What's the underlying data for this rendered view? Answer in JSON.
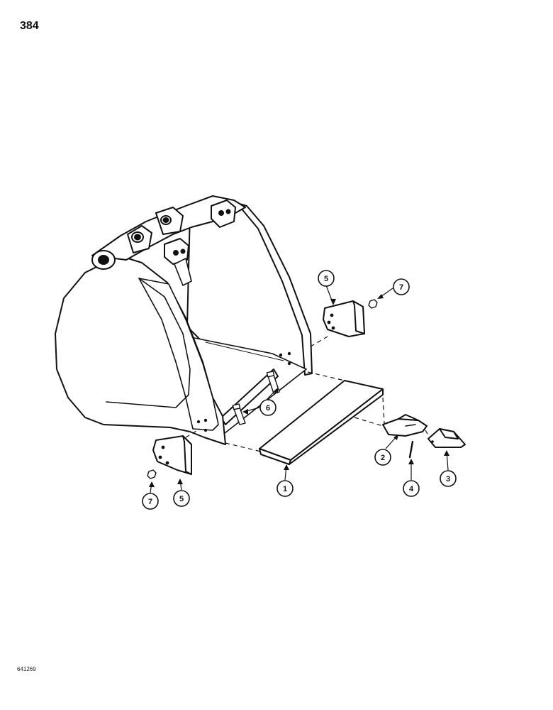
{
  "page": {
    "number": "384",
    "drawing_code": "641269"
  },
  "callouts": {
    "c1": "1",
    "c2": "2",
    "c3": "3",
    "c4": "4",
    "c5a": "5",
    "c5b": "5",
    "c6": "6",
    "c7a": "7",
    "c7b": "7"
  },
  "colors": {
    "ink": "#111111",
    "paper": "#ffffff"
  }
}
